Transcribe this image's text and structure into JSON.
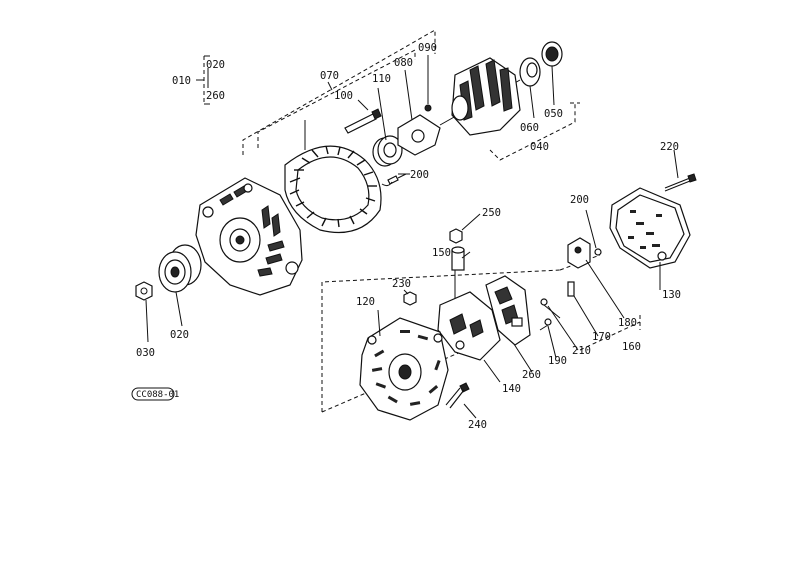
{
  "figure_code": "CC088-01",
  "labels": {
    "p010": "010",
    "p020a": "020",
    "p260a": "260",
    "p070": "070",
    "p100": "100",
    "p110": "110",
    "p080": "080",
    "p090": "090",
    "p050": "050",
    "p060": "060",
    "p040": "040",
    "p200a": "200",
    "p220": "220",
    "p250": "250",
    "p200b": "200",
    "p150": "150",
    "p230": "230",
    "p120": "120",
    "p130": "130",
    "p180": "180",
    "p170": "170",
    "p160": "160",
    "p210": "210",
    "p190": "190",
    "p260b": "260",
    "p140": "140",
    "p240": "240",
    "p020b": "020",
    "p030": "030"
  }
}
